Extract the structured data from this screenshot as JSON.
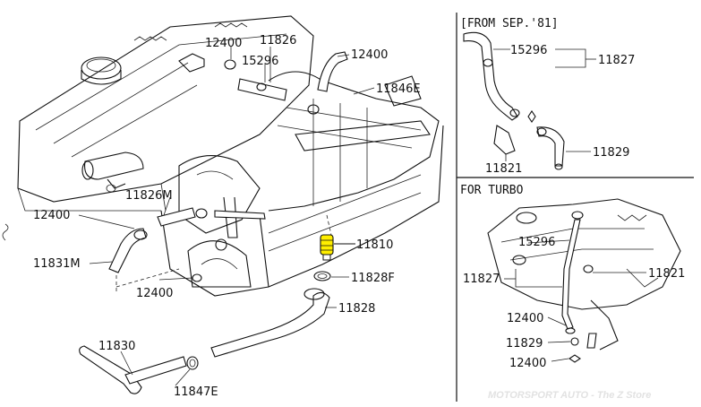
{
  "sections": {
    "from_sep_81": "[FROM SEP.'81]",
    "for_turbo": "FOR TURBO"
  },
  "callouts": {
    "c12400_top": "12400",
    "c11826": "11826",
    "c15296": "15296",
    "c12400_right": "12400",
    "c11846E": "11846E",
    "c11826M": "11826M",
    "c12400_left": "12400",
    "c11831M": "11831M",
    "c12400_bottom": "12400",
    "c11810": "11810",
    "c11828F": "11828F",
    "c11828": "11828",
    "c11830": "11830",
    "c11847E": "11847E",
    "s1_15296": "15296",
    "s1_11827": "11827",
    "s1_11821": "11821",
    "s1_11829": "11829",
    "s2_15296": "15296",
    "s2_11827": "11827",
    "s2_11821": "11821",
    "s2_12400_a": "12400",
    "s2_11829": "11829",
    "s2_12400_b": "12400"
  },
  "watermark": "MOTORSPORT AUTO - The Z Store",
  "colors": {
    "highlight": "#ffee00",
    "line": "#111111",
    "watermark": "#e2e2e2"
  }
}
